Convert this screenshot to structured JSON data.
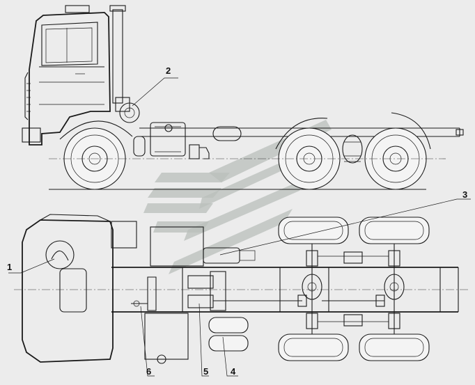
{
  "callouts": [
    {
      "id": "1",
      "label": "1"
    },
    {
      "id": "2",
      "label": "2"
    },
    {
      "id": "3",
      "label": "3"
    },
    {
      "id": "4",
      "label": "4"
    },
    {
      "id": "5",
      "label": "5"
    },
    {
      "id": "6",
      "label": "6"
    }
  ],
  "colors": {
    "background": "#ececec",
    "line": "#1a1a1a",
    "watermark": "#b9bfbb"
  }
}
